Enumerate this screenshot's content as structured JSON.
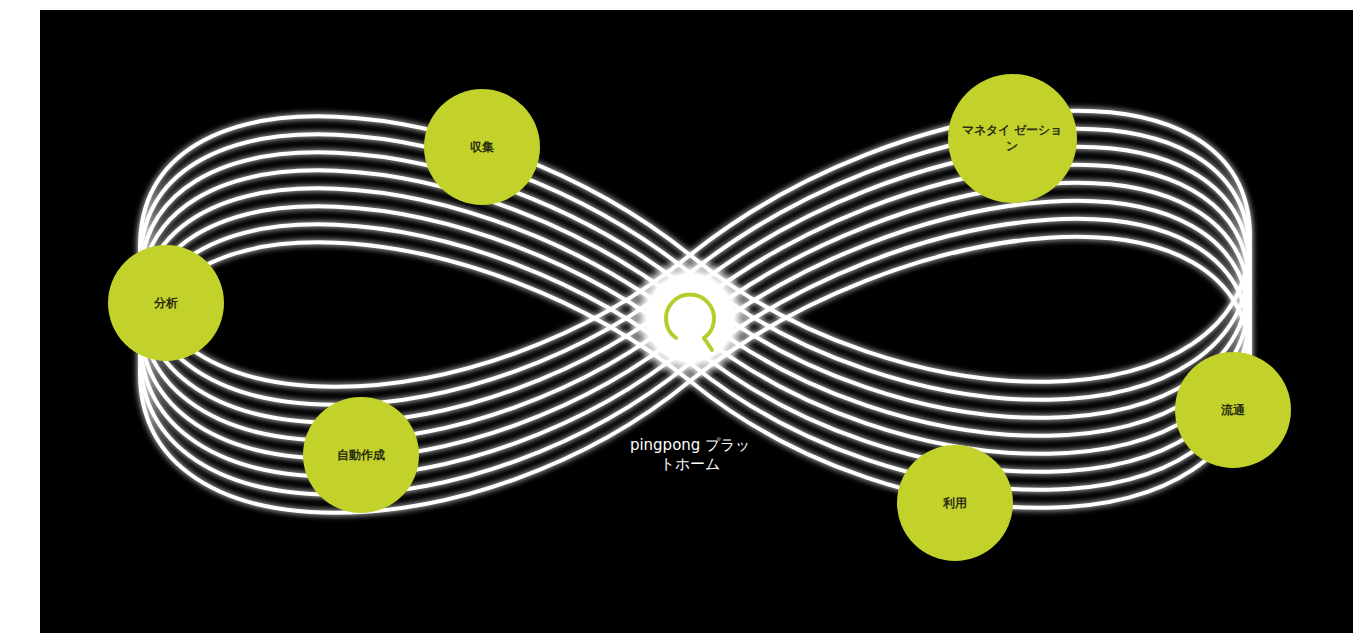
{
  "diagram": {
    "nodes": [
      {
        "text": [
          "収集"
        ]
      },
      {
        "text": [
          "分析"
        ]
      },
      {
        "text": [
          "自動作成"
        ]
      },
      {
        "text": [
          "マネタイ ゼーション"
        ]
      },
      {
        "text": [
          "流通"
        ]
      },
      {
        "text": [
          "利用"
        ]
      }
    ],
    "labels": [
      "pingpong プラットホーム"
    ]
  }
}
